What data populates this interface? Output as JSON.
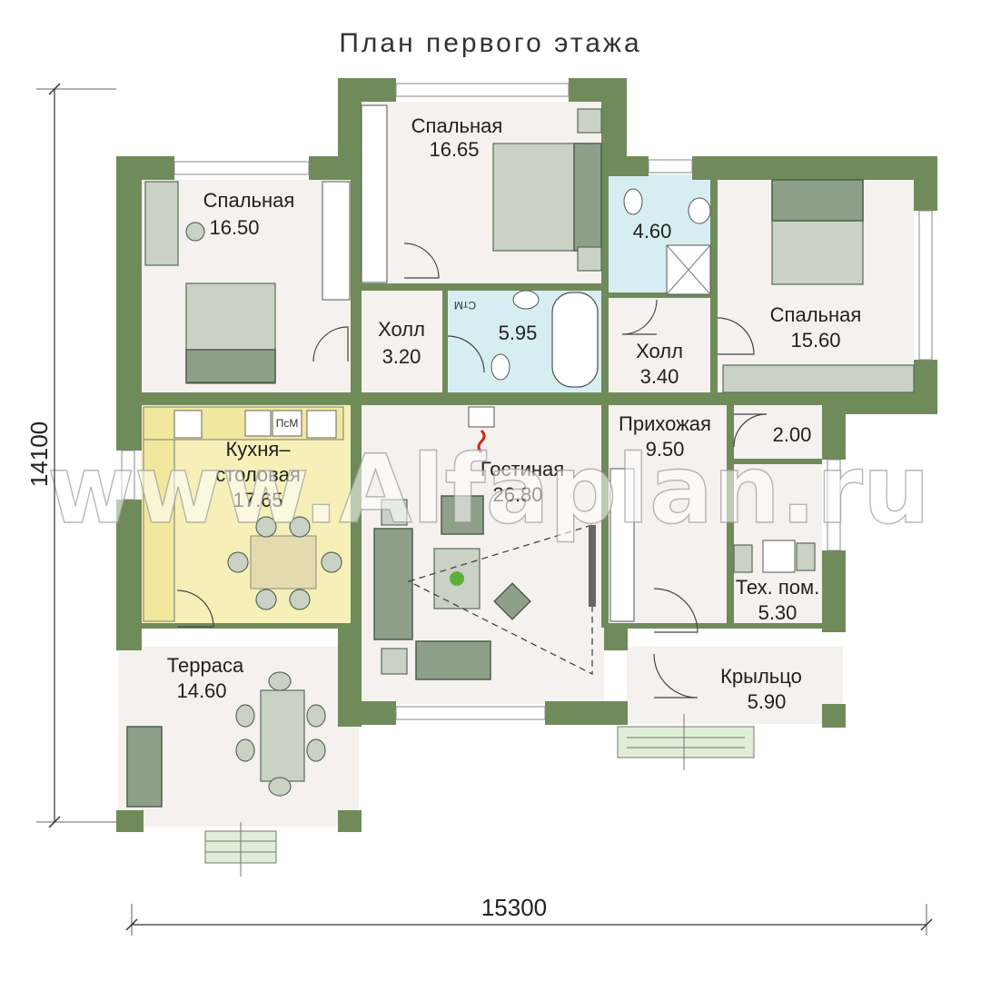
{
  "title": "План первого этажа",
  "dimensions": {
    "width": "15300",
    "height": "14100"
  },
  "watermark": "www.Alfaplan.ru",
  "rooms": {
    "bedroom_top": {
      "name": "Спальная",
      "area": "16.65"
    },
    "bedroom_left": {
      "name": "Спальная",
      "area": "16.50"
    },
    "bedroom_right": {
      "name": "Спальная",
      "area": "15.60"
    },
    "wc_small": {
      "area": "4.60"
    },
    "hall_left": {
      "name": "Холл",
      "area": "3.20"
    },
    "bath": {
      "area": "5.95",
      "appliance": "СтМ"
    },
    "hall_right": {
      "name": "Холл",
      "area": "3.40"
    },
    "kitchen": {
      "name_line1": "Кухня–",
      "name_line2": "столовая",
      "area": "17.65",
      "appliance": "ПсМ"
    },
    "living": {
      "name": "Гостиная",
      "area": "26.80"
    },
    "entry": {
      "name": "Прихожая",
      "area": "9.50"
    },
    "closet": {
      "area": "2.00"
    },
    "tech": {
      "name": "Тех. пом.",
      "area": "5.30"
    },
    "terrace": {
      "name": "Терраса",
      "area": "14.60"
    },
    "porch": {
      "name": "Крыльцо",
      "area": "5.90"
    }
  },
  "colors": {
    "wall": "#6f8b5a",
    "floor": "#f4f1ee",
    "kitchen_floor": "#f6f0b8",
    "bath_floor": "#d6eef2",
    "furniture": "#8fa08a"
  }
}
